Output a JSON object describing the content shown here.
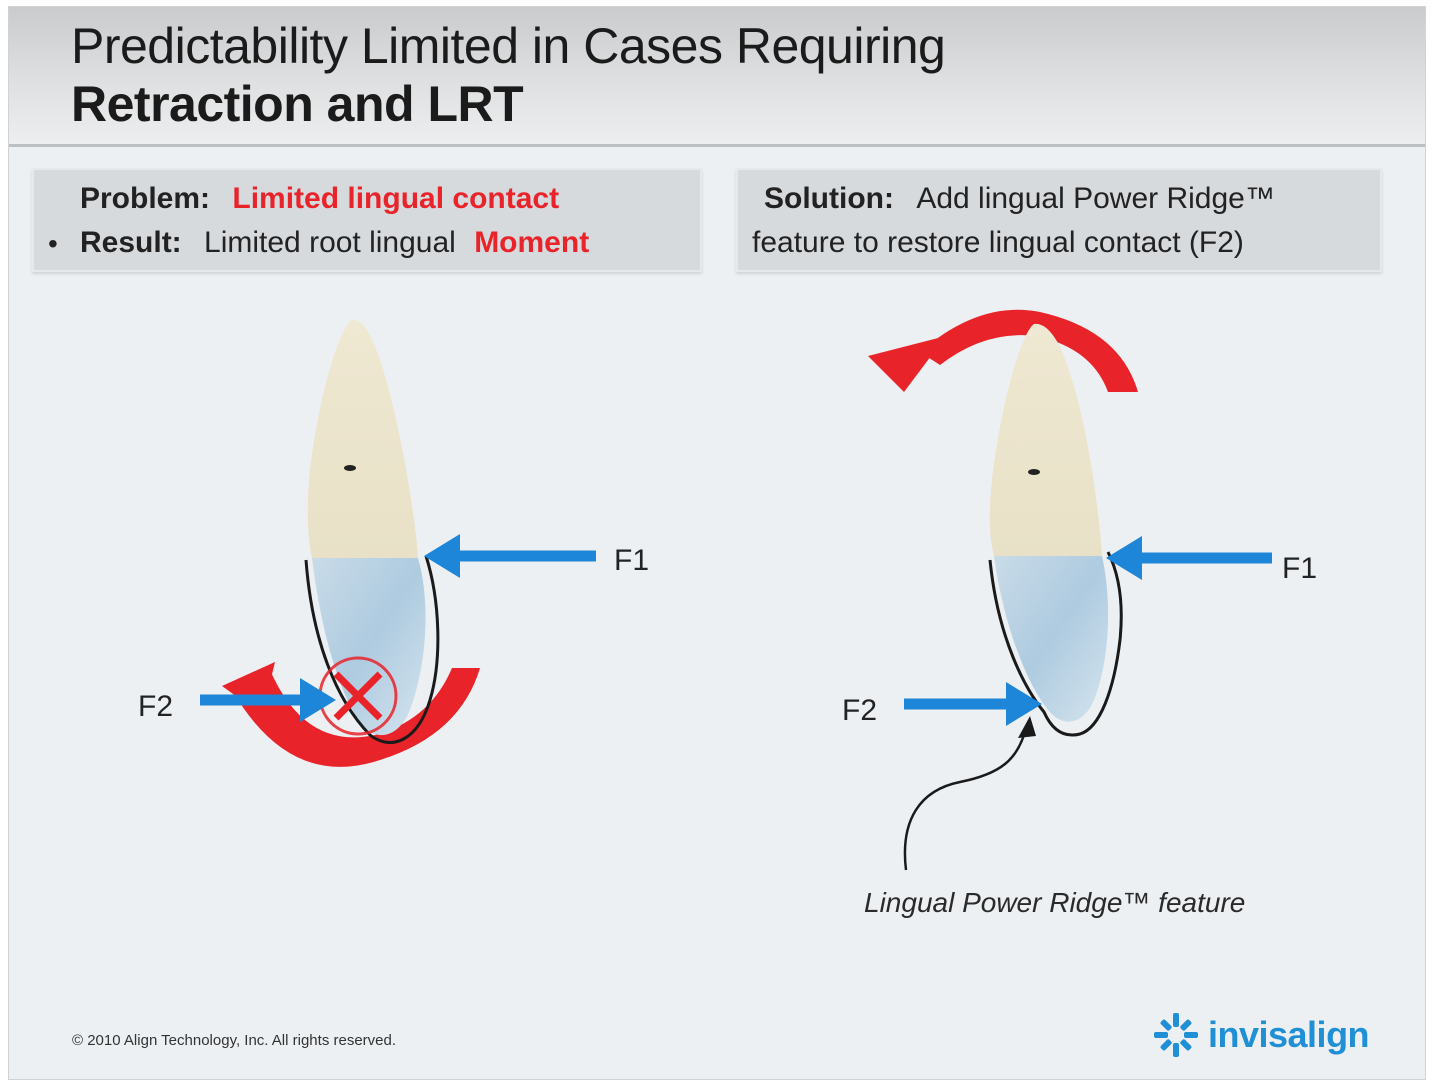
{
  "header": {
    "title_line1": "Predictability Limited in Cases Requiring",
    "title_line2": "Retraction and LRT"
  },
  "problem_box": {
    "label": "Problem:",
    "highlight": "Limited lingual contact",
    "bullet": "•",
    "result_label": "Result:",
    "result_text": "Limited root lingual",
    "result_highlight": "Moment"
  },
  "solution_box": {
    "label": "Solution:",
    "line1": "Add lingual Power Ridge™",
    "line2": "feature to restore lingual contact (F2)"
  },
  "left_diagram": {
    "f1": "F1",
    "f2": "F2"
  },
  "right_diagram": {
    "f1": "F1",
    "f2": "F2",
    "caption": "Lingual Power Ridge™ feature"
  },
  "footer": {
    "copyright": "© 2010 Align Technology, Inc. All rights reserved.",
    "brand": "invisalign"
  },
  "colors": {
    "accent_red": "#e8232a",
    "force_blue": "#1d86d8",
    "brand_blue": "#1f8fd6"
  }
}
